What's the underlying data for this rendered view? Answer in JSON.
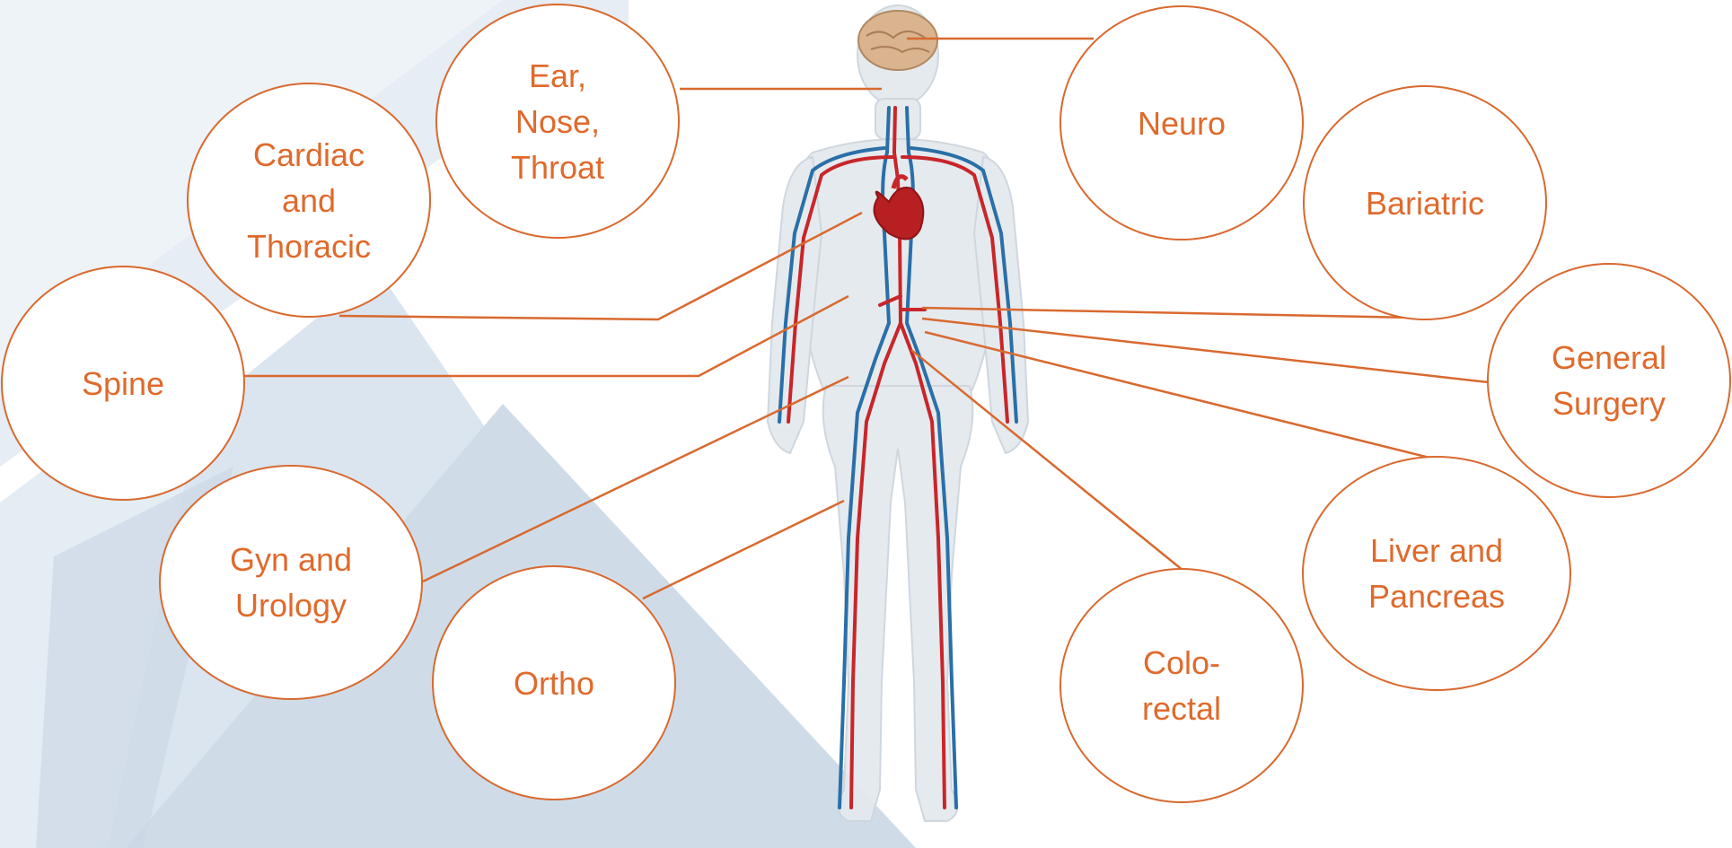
{
  "colors": {
    "accent": "#df6a2c",
    "connector": "#d9692f",
    "artery": "#c8262a",
    "vein": "#2a6fa8",
    "background_tint": "#d5e1ec"
  },
  "specialties": {
    "ent": "Ear,\nNose,\nThroat",
    "cardiac": "Cardiac\nand\nThoracic",
    "spine": "Spine",
    "gyn": "Gyn and\nUrology",
    "ortho": "Ortho",
    "neuro": "Neuro",
    "bariatric": "Bariatric",
    "general": "General\nSurgery",
    "liver": "Liver and\nPancreas",
    "colo": "Colo-\nrectal"
  }
}
